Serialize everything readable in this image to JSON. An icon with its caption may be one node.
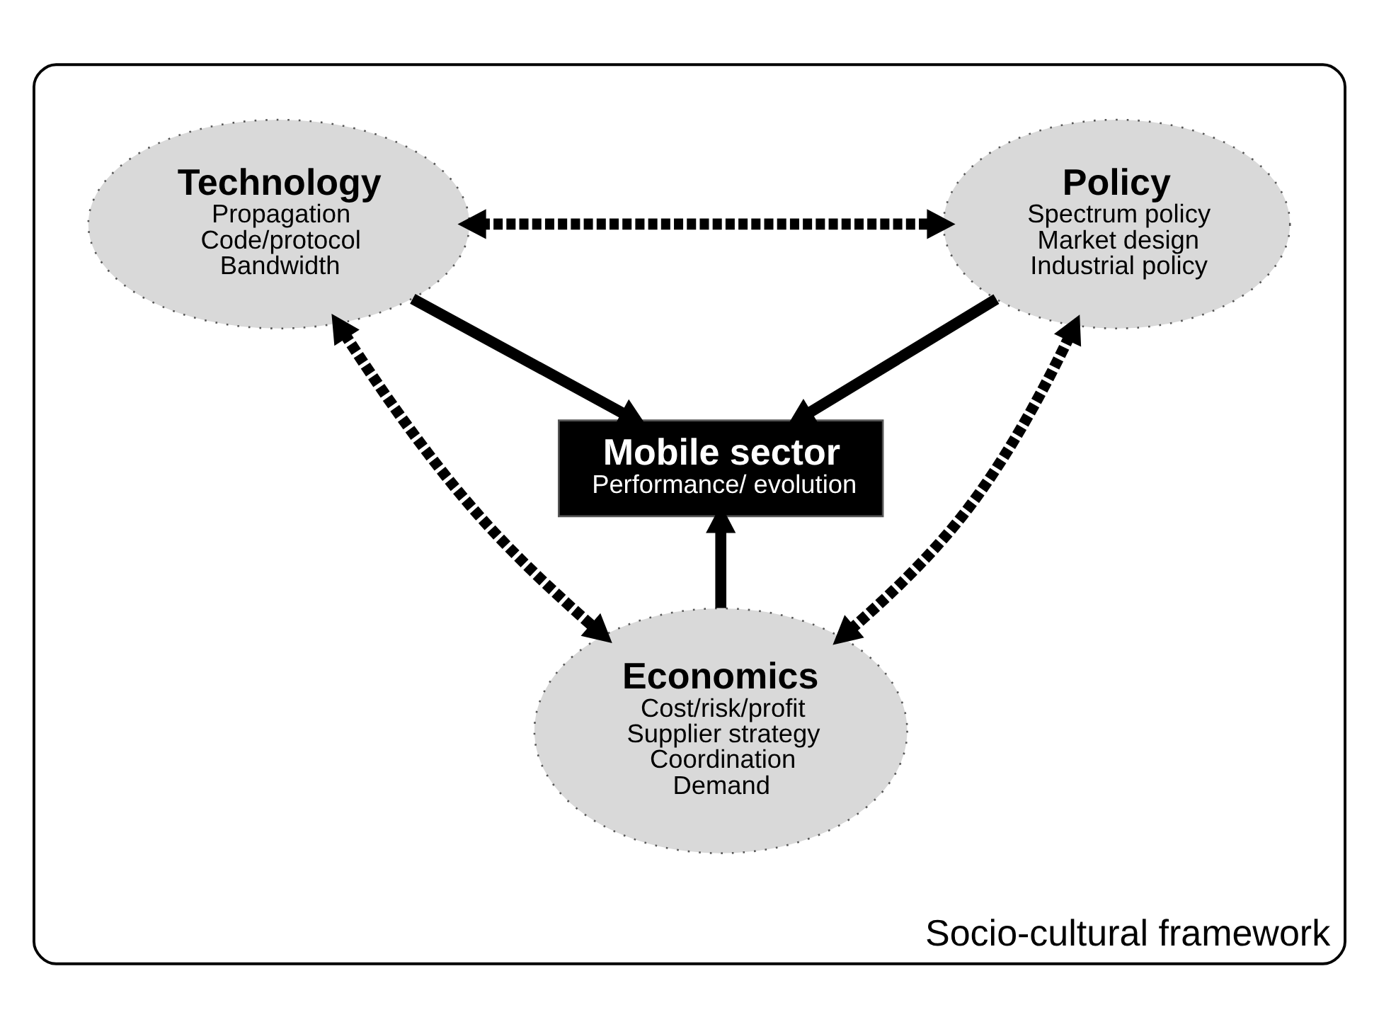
{
  "diagram": {
    "nodes": [
      {
        "text": [
          "Socio-cultural framework"
        ]
      },
      {
        "text": [
          "Technology",
          "Propagation",
          "Code/protocol",
          "Bandwidth"
        ],
        "in": 0
      },
      {
        "text": [
          "Policy",
          "Spectrum policy",
          "Market design",
          "Industrial policy"
        ],
        "in": 0
      },
      {
        "text": [
          "Mobile sector",
          "Performance/ evolution"
        ],
        "in": 0
      },
      {
        "text": [
          "Economics",
          "Cost/risk/profit",
          "Supplier strategy",
          "Coordination",
          "Demand"
        ],
        "in": 0
      }
    ],
    "edges": [
      {
        "from": 1,
        "to": 2,
        "arrow": "both",
        "style": "dashed"
      },
      {
        "from": 1,
        "to": 3,
        "arrow": "to"
      },
      {
        "from": 2,
        "to": 3,
        "arrow": "to"
      },
      {
        "from": 4,
        "to": 3,
        "arrow": "to"
      },
      {
        "from": 1,
        "to": 4,
        "arrow": "both",
        "style": "dashed"
      },
      {
        "from": 2,
        "to": 4,
        "arrow": "both",
        "style": "dashed"
      }
    ]
  }
}
